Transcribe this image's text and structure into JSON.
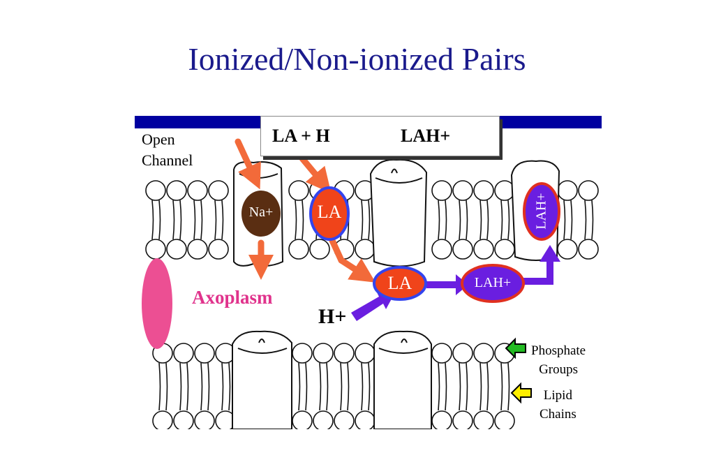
{
  "title": "Ionized/Non-ionized Pairs",
  "diagram": {
    "equation": {
      "left": "LA + H",
      "right": "LAH+"
    },
    "labels": {
      "open_channel_line1": "Open",
      "open_channel_line2": "Channel",
      "axoplasm": "Axoplasm",
      "h_plus": "H+",
      "phosphate_line1": "Phosphate",
      "phosphate_line2": "Groups",
      "lipid_line1": "Lipid",
      "lipid_line2": "Chains"
    },
    "ions": {
      "na": "Na+",
      "la_in_membrane": "LA",
      "la_in_axoplasm": "LA",
      "lah_in_axoplasm": "LAH+",
      "lah_in_channel": "LAH+"
    },
    "colors": {
      "title": "#1a1a8c",
      "header_bar": "#0000a0",
      "na_ion": "#5a2e12",
      "la_ion": "#f0441a",
      "lah_ion": "#6a1ee0",
      "orange_arrow": "#f26a3a",
      "purple_arrow": "#6a1ee0",
      "axoplasm_text": "#e0338c",
      "axoplasm_blob": "#ec4f93",
      "phosphate_arrow": "#22bb22",
      "lipid_arrow": "#ffee00"
    }
  }
}
